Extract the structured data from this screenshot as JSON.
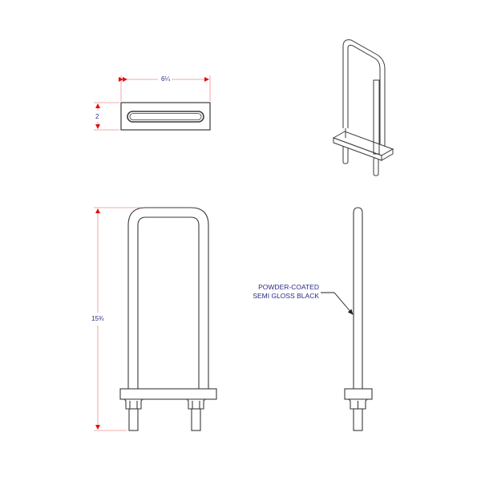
{
  "drawing": {
    "top_view": {
      "width_dimension": "6¼",
      "height_dimension": "2"
    },
    "front_view": {
      "height_dimension": "15¾"
    },
    "side_view": {
      "callout_line1": "POWDER-COATED",
      "callout_line2": "SEMI GLOSS BLACK"
    },
    "colors": {
      "outline": "#3a3a3a",
      "dimension_line": "#f28c8c",
      "dimension_arrow": "#e01010",
      "label_text": "#2a2a8a"
    }
  }
}
